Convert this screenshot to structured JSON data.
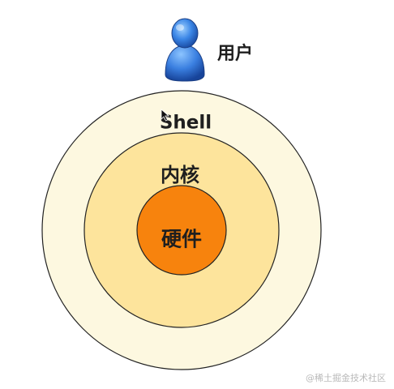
{
  "diagram": {
    "user_label": "用户",
    "layers": [
      {
        "name": "shell",
        "label": "Shell",
        "fill": "#fdf8e0",
        "stroke": "#222222"
      },
      {
        "name": "kernel",
        "label": "内核",
        "fill": "#fde49c",
        "stroke": "#222222"
      },
      {
        "name": "hardware",
        "label": "硬件",
        "fill": "#f7830d",
        "stroke": "#222222"
      }
    ],
    "icons": [
      "user-icon",
      "mouse-cursor-icon"
    ]
  },
  "watermark": "@稀土掘金技术社区"
}
